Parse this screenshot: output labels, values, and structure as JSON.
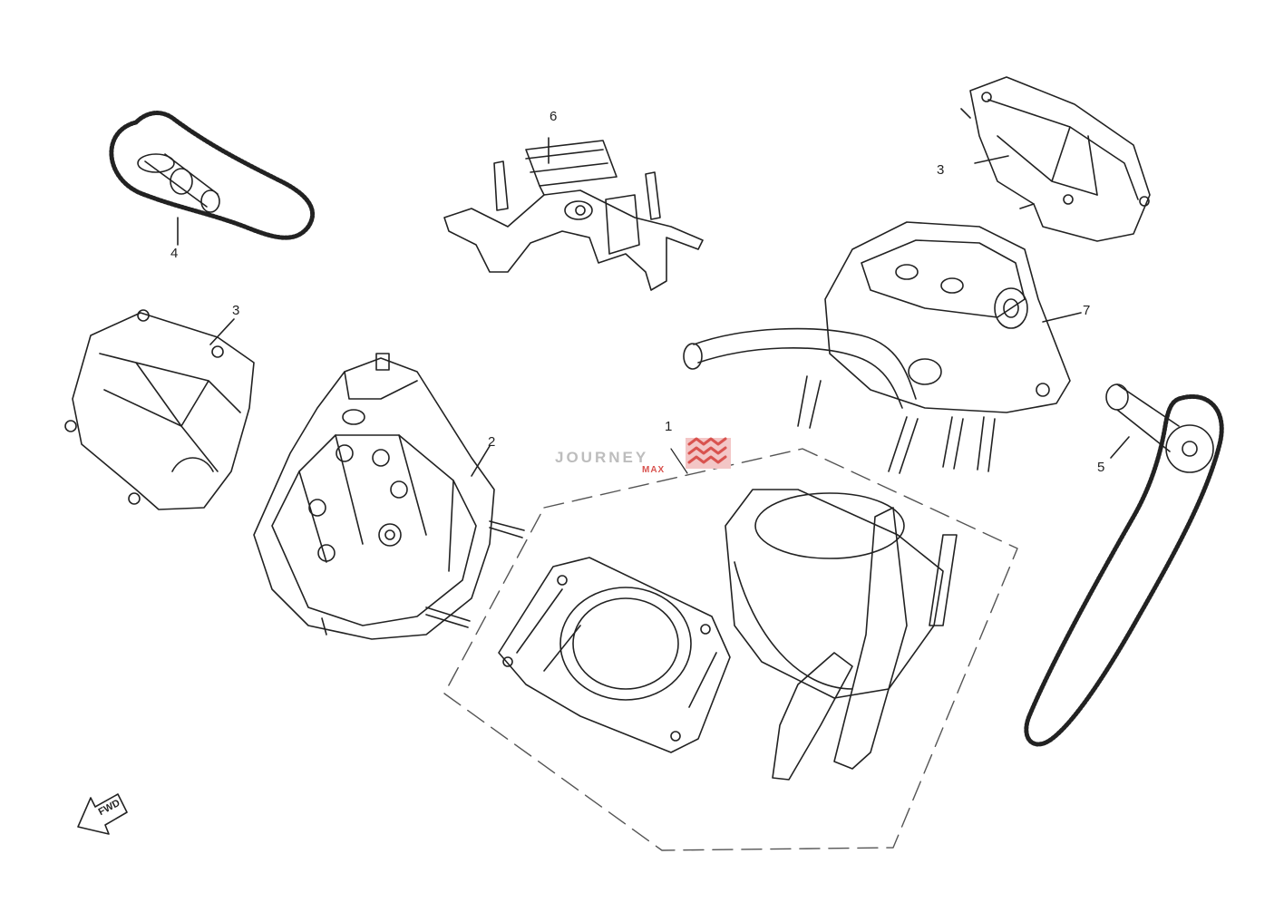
{
  "diagram": {
    "callouts": [
      {
        "id": "c1",
        "label": "1"
      },
      {
        "id": "c2",
        "label": "2"
      },
      {
        "id": "c3a",
        "label": "3"
      },
      {
        "id": "c3b",
        "label": "3"
      },
      {
        "id": "c4",
        "label": "4"
      },
      {
        "id": "c5",
        "label": "5"
      },
      {
        "id": "c6",
        "label": "6"
      },
      {
        "id": "c7",
        "label": "7"
      }
    ],
    "direction_marker": "FWD",
    "watermark": {
      "text": "JOURNEY",
      "sub": "MAX",
      "accent": "#d9534f"
    },
    "line_color": "#222222"
  }
}
